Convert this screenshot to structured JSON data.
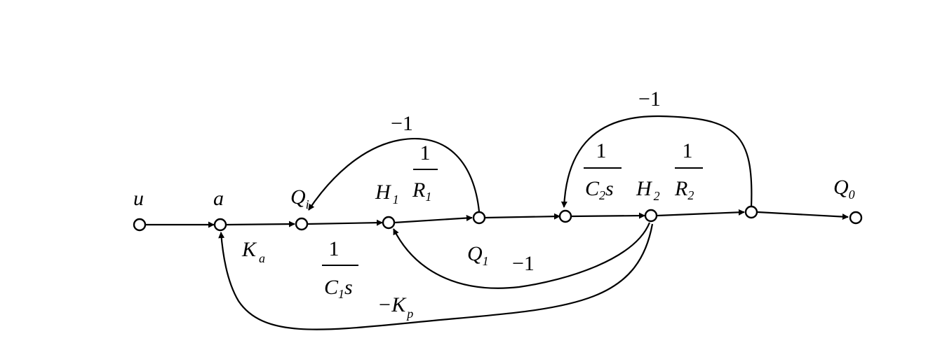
{
  "nodes": {
    "u": {
      "main": "u"
    },
    "a": {
      "main": "a"
    },
    "Qi": {
      "main": "Q",
      "sub": "i"
    },
    "H1": {
      "main": "H",
      "sub": "1"
    },
    "Q1": {
      "main": "Q",
      "sub": "1"
    },
    "H2": {
      "main": "H",
      "sub": "2"
    },
    "Qo": {
      "main": "Q",
      "sub": "0"
    }
  },
  "gains": {
    "Ka": {
      "main": "K",
      "sub": "a"
    },
    "inv_C1s": {
      "num": "1",
      "den_main": "C",
      "den_sub": "1",
      "den_tail": "s"
    },
    "inv_R1": {
      "num": "1",
      "den_main": "R",
      "den_sub": "1"
    },
    "inv_C2s": {
      "num": "1",
      "den_main": "C",
      "den_sub": "2",
      "den_tail": "s"
    },
    "inv_R2": {
      "num": "1",
      "den_main": "R",
      "den_sub": "2"
    },
    "fb_top_left": "−1",
    "fb_top_right": "−1",
    "fb_mid": "−1",
    "fb_Kp": {
      "sign": "−",
      "main": "K",
      "sub": "p"
    }
  }
}
